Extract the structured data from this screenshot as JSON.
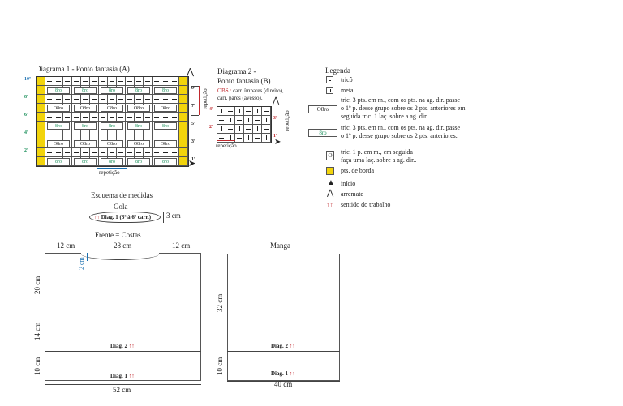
{
  "diagram1": {
    "title": "Diagrama 1 - Ponto fantasia (A)",
    "row_labels": [
      "10ª",
      "8ª",
      "6ª",
      "4ª",
      "2ª"
    ],
    "right_labels": [
      "9ª",
      "7ª",
      "5ª",
      "3ª",
      "1ª"
    ],
    "side_label": "repetição",
    "bottom_label": "repetição"
  },
  "diagram2": {
    "title_line1": "Diagrama 2 -",
    "title_line2": "Ponto fantasia (B)",
    "obs_prefix": "OBS.:",
    "obs_text1": " carr. ímpares (direito),",
    "obs_text2": "carr. pares (avesso).",
    "left_labels": [
      "4ª",
      "2ª"
    ],
    "right_labels": [
      "3ª",
      "1ª"
    ],
    "side_label": "repetição",
    "bottom_label": "repetição"
  },
  "legend": {
    "title": "Legenda",
    "items": [
      {
        "label": "tricô"
      },
      {
        "label": "meia"
      },
      {
        "line1": "tric. 3 pts. em m., com os pts. na ag. dir. passe",
        "line2": "o 1º p. desse grupo sobre os 2 pts. anteriores em",
        "line3": "seguida tric. 1 laç. sobre a ag. dir.."
      },
      {
        "line1": "tric. 3 pts. em m., com os pts. na ag. dir. passe",
        "line2": "o 1º p. desse grupo sobre os 2 pts. anteriores."
      },
      {
        "line1": "tric. 1 p. em m., em seguida",
        "line2": "faça uma laç. sobre a ag. dir.."
      },
      {
        "label": "pts. de borda"
      },
      {
        "label": "início"
      },
      {
        "label": "arremate"
      },
      {
        "label": "sentido do trabalho"
      }
    ],
    "symbol_texts": {
      "osro": "O8ro",
      "sro": "8ro",
      "circ": "O"
    }
  },
  "schema": {
    "title": "Esquema de medidas",
    "gola": {
      "label": "Gola",
      "diag_text": "Diag. 1 (3ª à 6ª carr.)",
      "height": "3 cm"
    },
    "frente": {
      "label": "Frente = Costas",
      "top_left": "12 cm",
      "top_mid": "28 cm",
      "top_right": "12 cm",
      "neck_depth": "2 cm",
      "side_20": "20 cm",
      "side_14": "14 cm",
      "side_10": "10 cm",
      "diag2": "Diag. 2",
      "diag1": "Diag. 1",
      "bottom": "52 cm"
    },
    "manga": {
      "label": "Manga",
      "side_32": "32 cm",
      "side_10": "10 cm",
      "diag2": "Diag. 2",
      "diag1": "Diag. 1",
      "bottom": "40 cm"
    }
  },
  "arrows": "↑↑",
  "colors": {
    "border_yellow": "#f2d40c",
    "red": "#c0282d",
    "blue": "#1a6fb0",
    "green": "#1a8f5a"
  }
}
